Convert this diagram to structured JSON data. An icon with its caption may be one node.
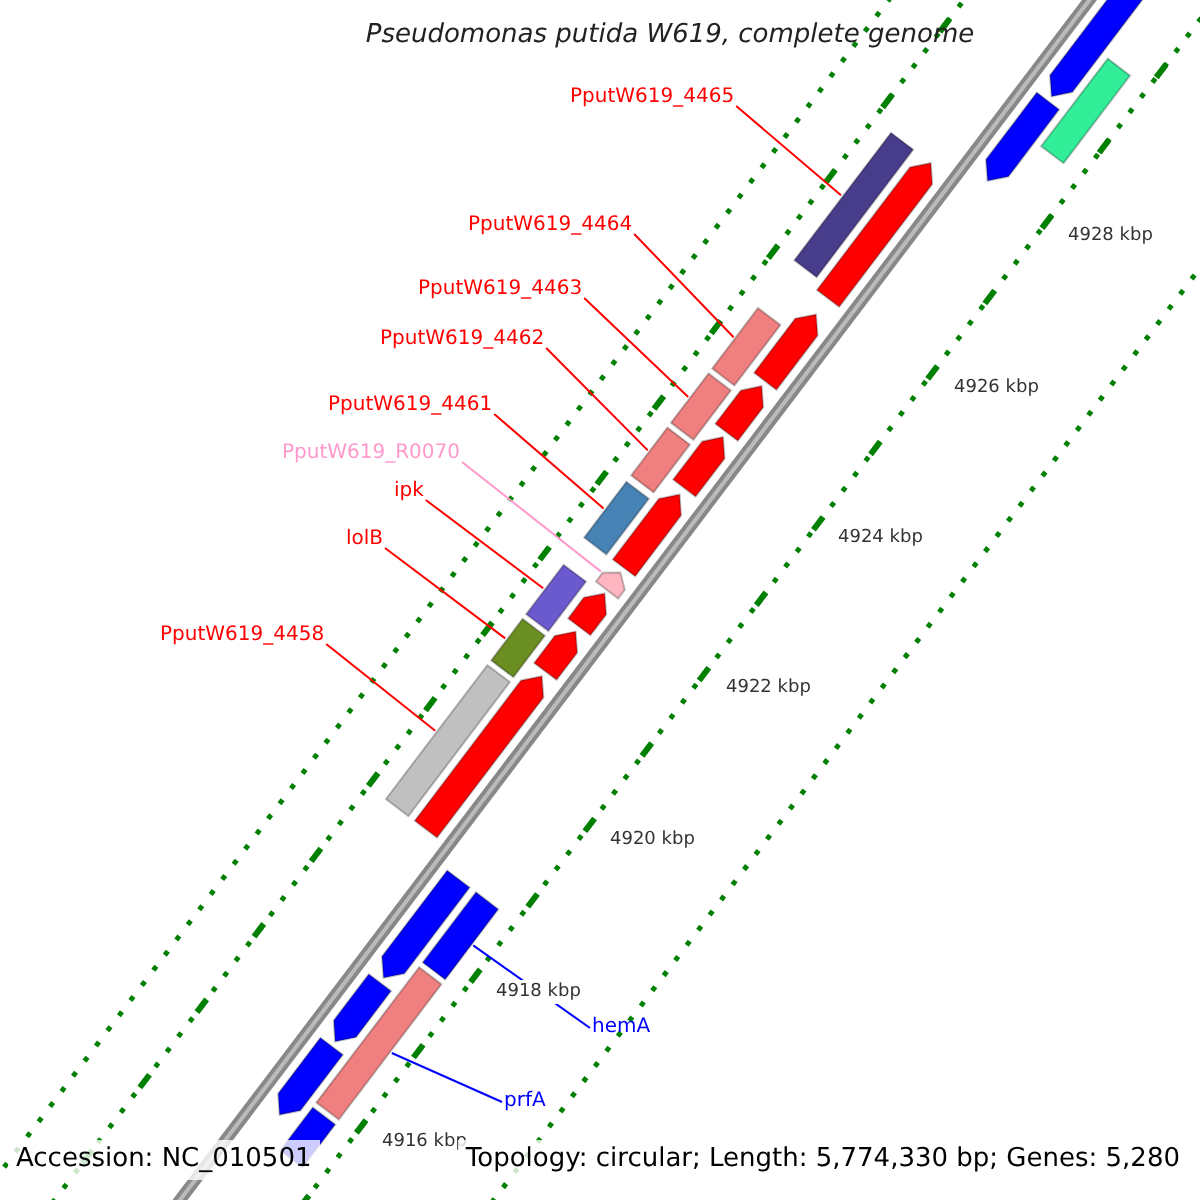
{
  "diagram": {
    "title": "Pseudomonas putida W619, complete genome",
    "nodes": [
      {
        "text": [
          "PputW619_4465"
        ]
      },
      {
        "text": [
          "PputW619_4464"
        ]
      },
      {
        "text": [
          "PputW619_4463"
        ]
      },
      {
        "text": [
          "PputW619_4462"
        ]
      },
      {
        "text": [
          "PputW619_4461"
        ]
      },
      {
        "text": [
          "PputW619_R0070"
        ]
      },
      {
        "text": [
          "ipk"
        ]
      },
      {
        "text": [
          "lolB"
        ]
      },
      {
        "text": [
          "PputW619_4458"
        ]
      },
      {
        "text": [
          "hemA"
        ]
      },
      {
        "text": [
          "prfA"
        ]
      },
      {
        "text": [],
        "shape": "bar"
      },
      {
        "text": [],
        "shape": "bar"
      },
      {
        "text": [],
        "shape": "bar"
      },
      {
        "text": [],
        "shape": "bar"
      },
      {
        "text": [],
        "shape": "bar"
      },
      {
        "text": [],
        "shape": "arrow"
      },
      {
        "text": [],
        "shape": "bar"
      },
      {
        "text": [],
        "shape": "bar"
      },
      {
        "text": [],
        "shape": "bar"
      },
      {
        "text": [],
        "shape": "bar"
      },
      {
        "text": [],
        "shape": "bar"
      }
    ],
    "edges": [
      {
        "from": 0,
        "to": 11,
        "arrow": "none"
      },
      {
        "from": 1,
        "to": 12,
        "arrow": "none"
      },
      {
        "from": 2,
        "to": 13,
        "arrow": "none"
      },
      {
        "from": 3,
        "to": 14,
        "arrow": "none"
      },
      {
        "from": 4,
        "to": 15,
        "arrow": "none"
      },
      {
        "from": 5,
        "to": 16,
        "arrow": "none",
        "color": "#ff99cc"
      },
      {
        "from": 6,
        "to": 17,
        "arrow": "none"
      },
      {
        "from": 7,
        "to": 18,
        "arrow": "none"
      },
      {
        "from": 8,
        "to": 19,
        "arrow": "none"
      },
      {
        "from": 9,
        "to": 20,
        "arrow": "none",
        "color": "#0000ff"
      },
      {
        "from": 10,
        "to": 21,
        "arrow": "none",
        "color": "#0000ff"
      }
    ],
    "labels": [
      "4928 kbp",
      "4926 kbp",
      "4924 kbp",
      "4922 kbp",
      "4920 kbp",
      "4918 kbp",
      "4916 kbp",
      "Accession: NC_010501",
      "Topology: circular; Length: 5,774,330 bp; Genes: 5,280"
    ]
  }
}
